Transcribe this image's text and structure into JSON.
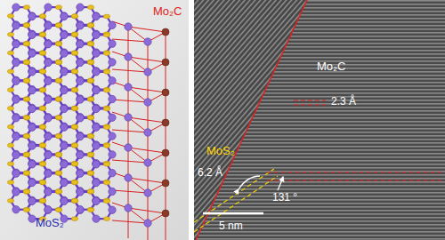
{
  "diagram": {
    "labels": [
      "Mo₂C",
      "MoS₂",
      "Mo₂C",
      "2.3 Å",
      "MoS₂",
      "6.2 Å",
      "131 °",
      "5 nm"
    ]
  }
}
